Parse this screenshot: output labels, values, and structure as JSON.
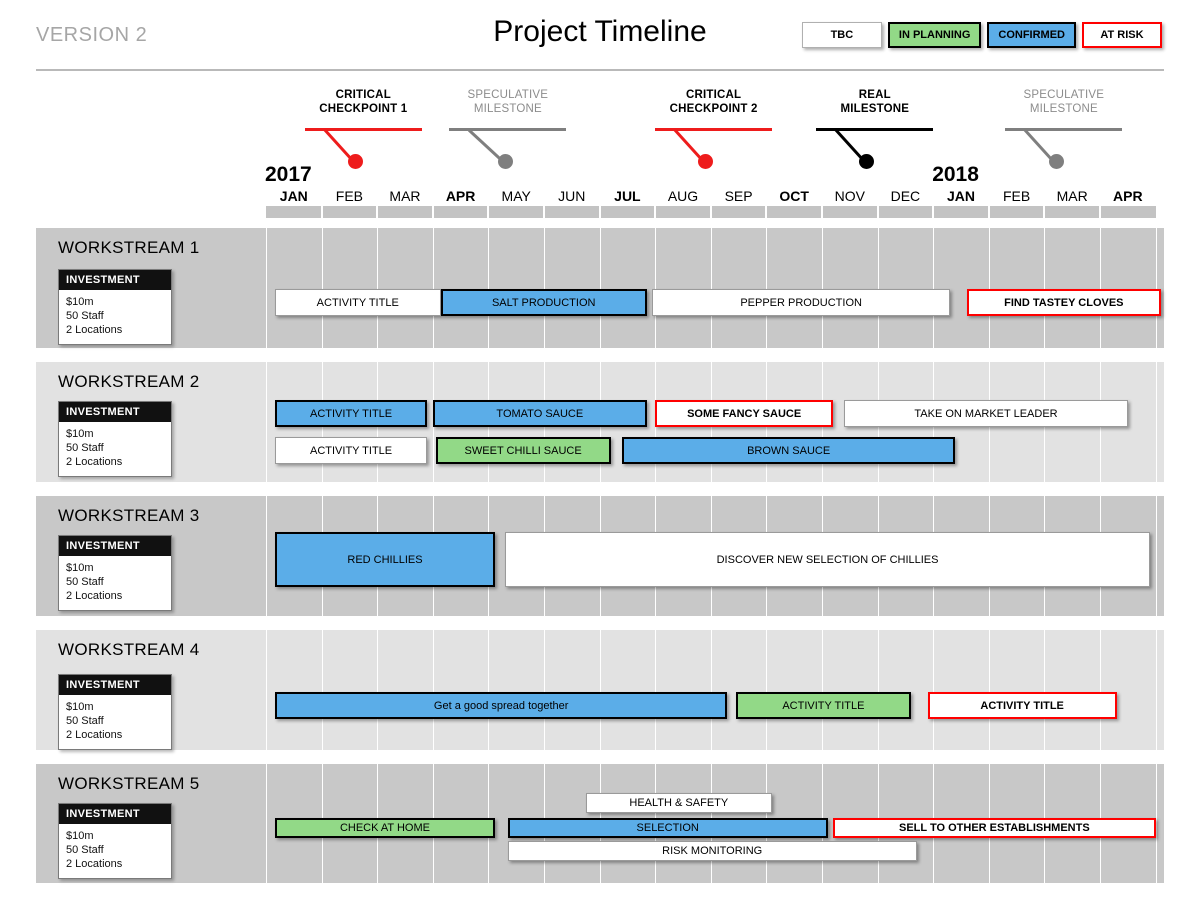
{
  "header": {
    "version": "VERSION 2",
    "title": "Project Timeline",
    "legend": [
      {
        "label": "TBC",
        "style": "tbc",
        "color": "#ffffff"
      },
      {
        "label": "IN PLANNING",
        "style": "planning",
        "color": "#92d987"
      },
      {
        "label": "CONFIRMED",
        "style": "confirmed",
        "color": "#5bade8"
      },
      {
        "label": "AT RISK",
        "style": "risk",
        "color": "#ff0000"
      }
    ]
  },
  "timeline": {
    "years": [
      {
        "label": "2017",
        "month_index": 0
      },
      {
        "label": "2018",
        "month_index": 12
      }
    ],
    "months": [
      {
        "label": "JAN",
        "quarter_start": true
      },
      {
        "label": "FEB",
        "quarter_start": false
      },
      {
        "label": "MAR",
        "quarter_start": false
      },
      {
        "label": "APR",
        "quarter_start": true
      },
      {
        "label": "MAY",
        "quarter_start": false
      },
      {
        "label": "JUN",
        "quarter_start": false
      },
      {
        "label": "JUL",
        "quarter_start": true
      },
      {
        "label": "AUG",
        "quarter_start": false
      },
      {
        "label": "SEP",
        "quarter_start": false
      },
      {
        "label": "OCT",
        "quarter_start": true
      },
      {
        "label": "NOV",
        "quarter_start": false
      },
      {
        "label": "DEC",
        "quarter_start": false
      },
      {
        "label": "JAN",
        "quarter_start": true
      },
      {
        "label": "FEB",
        "quarter_start": false
      },
      {
        "label": "MAR",
        "quarter_start": false
      },
      {
        "label": "APR",
        "quarter_start": true
      }
    ]
  },
  "milestones": [
    {
      "label": "CRITICAL\nCHECKPOINT 1",
      "kind": "critical",
      "dot_month": 1.6,
      "rule_start": 0.7,
      "rule_end": 2.8,
      "color": "#ee1c1c"
    },
    {
      "label": "SPECULATIVE\nMILESTONE",
      "kind": "spec",
      "dot_month": 4.3,
      "rule_start": 3.3,
      "rule_end": 5.4,
      "color": "#7f7f7f"
    },
    {
      "label": "CRITICAL\nCHECKPOINT 2",
      "kind": "critical",
      "dot_month": 7.9,
      "rule_start": 7.0,
      "rule_end": 9.1,
      "color": "#ee1c1c"
    },
    {
      "label": "REAL\nMILESTONE",
      "kind": "real",
      "dot_month": 10.8,
      "rule_start": 9.9,
      "rule_end": 12.0,
      "color": "#000000"
    },
    {
      "label": "SPECULATIVE\nMILESTONE",
      "kind": "spec",
      "dot_month": 14.2,
      "rule_start": 13.3,
      "rule_end": 15.4,
      "color": "#7f7f7f"
    }
  ],
  "investment": {
    "heading": "INVESTMENT",
    "lines": [
      "$10m",
      "50 Staff",
      "2 Locations"
    ]
  },
  "workstreams": [
    {
      "title": "WORKSTREAM 1",
      "rows": [
        [
          {
            "label": "ACTIVITY  TITLE",
            "style": "tbc",
            "start": 0.16,
            "end": 3.14
          },
          {
            "label": "SALT PRODUCTION",
            "style": "confirmed",
            "start": 3.14,
            "end": 6.85
          },
          {
            "label": "PEPPER PRODUCTION",
            "style": "tbc",
            "start": 6.95,
            "end": 12.3
          },
          {
            "label": "FIND TASTEY CLOVES",
            "style": "risk",
            "start": 12.6,
            "end": 16.1
          }
        ]
      ]
    },
    {
      "title": "WORKSTREAM 2",
      "rows": [
        [
          {
            "label": "ACTIVITY  TITLE",
            "style": "confirmed",
            "start": 0.16,
            "end": 2.9
          },
          {
            "label": "TOMATO SAUCE",
            "style": "confirmed",
            "start": 3.0,
            "end": 6.85
          },
          {
            "label": "SOME FANCY SAUCE",
            "style": "risk",
            "start": 7.0,
            "end": 10.2
          },
          {
            "label": "TAKE ON MARKET LEADER",
            "style": "tbc",
            "start": 10.4,
            "end": 15.5
          }
        ],
        [
          {
            "label": "ACTIVITY  TITLE",
            "style": "tbc",
            "start": 0.16,
            "end": 2.9
          },
          {
            "label": "SWEET CHILLI SAUCE",
            "style": "planning",
            "start": 3.05,
            "end": 6.2
          },
          {
            "label": "BROWN SAUCE",
            "style": "confirmed",
            "start": 6.4,
            "end": 12.4
          }
        ]
      ]
    },
    {
      "title": "WORKSTREAM 3",
      "rows": [
        [
          {
            "label": "RED CHILLIES",
            "style": "confirmed",
            "start": 0.16,
            "end": 4.12
          },
          {
            "label": "DISCOVER NEW SELECTION OF CHILLIES",
            "style": "tbc",
            "start": 4.3,
            "end": 15.9
          }
        ]
      ]
    },
    {
      "title": "WORKSTREAM 4",
      "rows": [
        [
          {
            "label": "Get a good spread together",
            "style": "confirmed",
            "start": 0.16,
            "end": 8.3
          },
          {
            "label": "ACTIVITY  TITLE",
            "style": "planning",
            "start": 8.45,
            "end": 11.6
          },
          {
            "label": "ACTIVITY TITLE",
            "style": "risk",
            "start": 11.9,
            "end": 15.3
          }
        ]
      ]
    },
    {
      "title": "WORKSTREAM 5",
      "rows": [
        [
          {
            "label": "HEALTH & SAFETY",
            "style": "tbc",
            "start": 5.75,
            "end": 9.1
          }
        ],
        [
          {
            "label": "CHECK AT HOME",
            "style": "planning",
            "start": 0.16,
            "end": 4.12
          },
          {
            "label": "SELECTION",
            "style": "confirmed",
            "start": 4.35,
            "end": 10.1
          },
          {
            "label": "SELL TO OTHER ESTABLISHMENTS",
            "style": "risk",
            "start": 10.2,
            "end": 16.0
          }
        ],
        [
          {
            "label": "RISK MONITORING",
            "style": "tbc",
            "start": 4.35,
            "end": 11.7
          }
        ]
      ]
    }
  ]
}
